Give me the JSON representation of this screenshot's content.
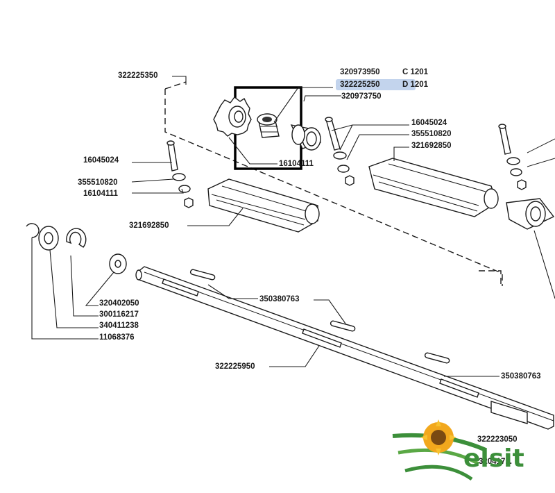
{
  "labels": {
    "shaft_upper": "322225350",
    "code_c": "320973950",
    "code_c_suffix": "C 1201",
    "code_d": "322225250",
    "code_d_suffix": "D 1201",
    "bushing_top": "320973750",
    "bolt_right": "16045024",
    "washer_right": "355510820",
    "bracket_right": "321692850",
    "bolt_left": "16045024",
    "washer_left": "355510820",
    "nut_left": "16104111",
    "nut_center": "16104111",
    "bracket_left": "321692850",
    "key_upper": "350380763",
    "key_right": "350380763",
    "washer_shaft": "320402050",
    "ring_shaft": "300116217",
    "bearing_shaft": "340411238",
    "circlip": "11068376",
    "main_shaft": "322225950",
    "part_br_1": "322223050",
    "part_br_2": "320417..."
  },
  "logo": {
    "text": "elsit",
    "brand_green": "#3c8f3a",
    "flower_color": "#f2a81d"
  },
  "highlight_color": "#b9cdea"
}
